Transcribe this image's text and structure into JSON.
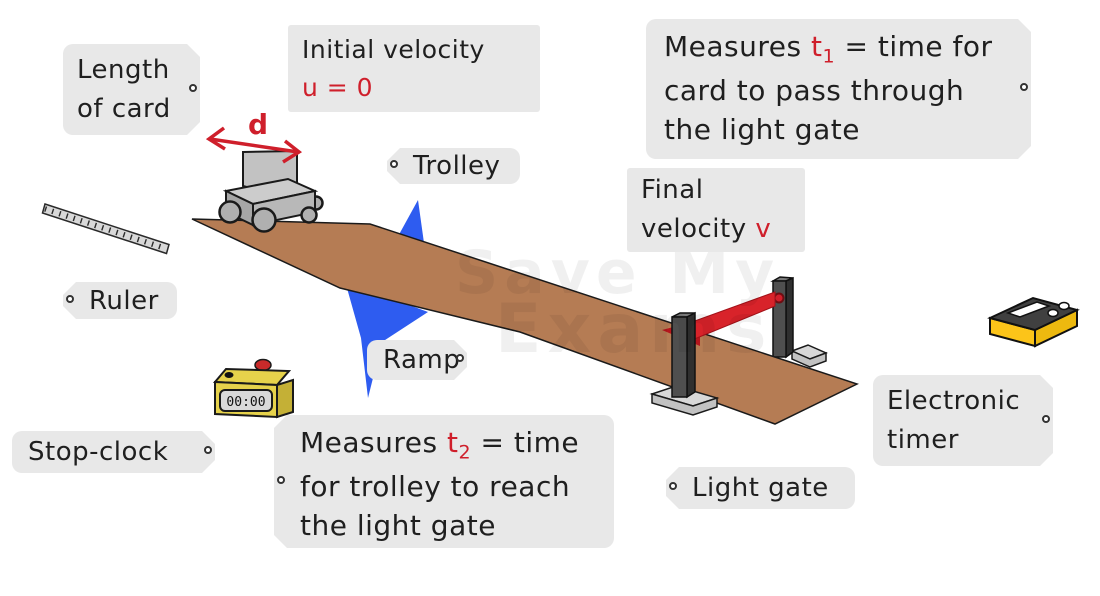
{
  "diagram": {
    "labels": {
      "length_of_card": "Length of card",
      "trolley": "Trolley",
      "ruler": "Ruler",
      "ramp": "Ramp",
      "stop_clock": "Stop-clock",
      "light_gate": "Light gate",
      "electronic_timer": "Electronic timer"
    },
    "callouts": {
      "initial_velocity": {
        "line1": "Initial velocity",
        "value": "u = 0"
      },
      "final_velocity": {
        "text": "Final velocity",
        "value": "v"
      },
      "measures_t1": {
        "prefix": "Measures",
        "var": "t",
        "sub": "1",
        "rest": "= time for card to pass through the light gate"
      },
      "measures_t2": {
        "prefix": "Measures",
        "var": "t",
        "sub": "2",
        "rest": "= time for trolley to reach the light gate"
      }
    },
    "annotations": {
      "card_width": "d"
    },
    "devices": {
      "stop_clock_display": "00:00"
    },
    "watermark": {
      "line1": "Save My",
      "line2": "Exams"
    },
    "colors": {
      "accent_red": "#cf1f2b",
      "beam_red": "#d8232a",
      "ramp_brown": "#b57c54",
      "arrow_blue": "#2e5cf0",
      "label_bg": "#e8e8e8",
      "text": "#1f1f1f",
      "timer_yellow": "#fcc419",
      "clock_yellow": "#e6d24b",
      "post_gray": "#4f4f4f",
      "base_gray": "#d8d8d8"
    }
  }
}
